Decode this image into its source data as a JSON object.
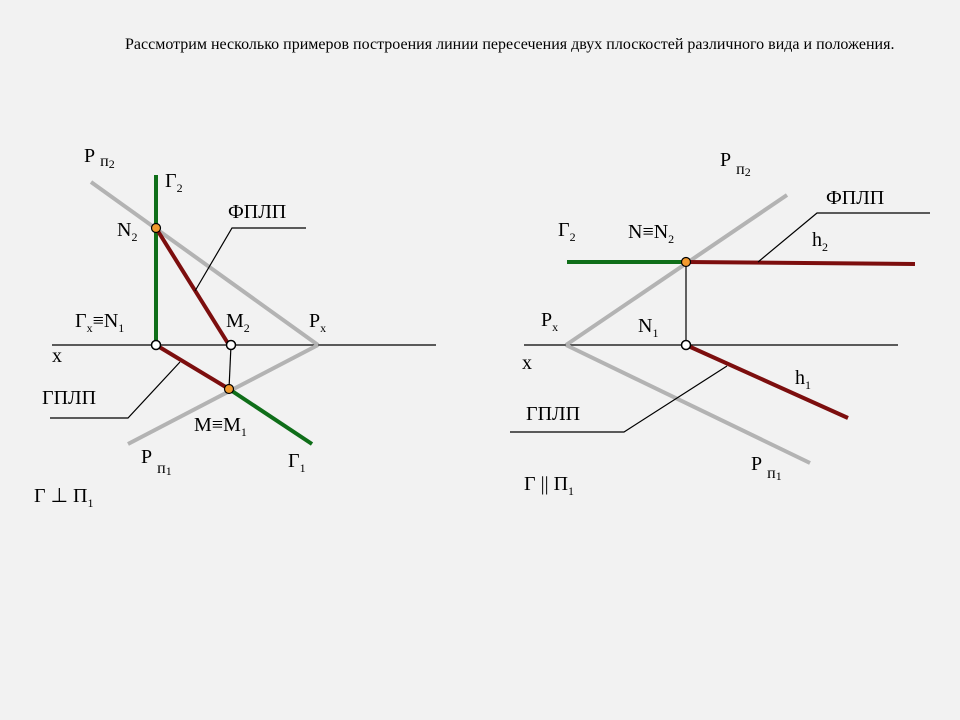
{
  "intro_text": "Рассмотрим несколько примеров построения линии пересечения двух плоскостей различного вида и положения.",
  "colors": {
    "trace_gray": "#b3b3b3",
    "line_dark": "#000000",
    "green": "#0f6e19",
    "maroon": "#7c0e0e",
    "point_fill": "#f29a2e"
  },
  "left_figure": {
    "p_pi2": {
      "main": "Р",
      "pi": "п",
      "sub": "2"
    },
    "g2": {
      "main": "Г",
      "sub": "2"
    },
    "fplp": "ФПЛП",
    "n2": {
      "main": "N",
      "sub": "2"
    },
    "gx_n1": {
      "main": "Г",
      "sub_x": "x",
      "eq": "≡N",
      "sub": "1"
    },
    "m2": {
      "main": "M",
      "sub": "2"
    },
    "px": {
      "main": "P",
      "sub": "x"
    },
    "x": "x",
    "gplp": "ГПЛП",
    "m_m1": {
      "main": "M≡M",
      "sub": "1"
    },
    "p_pi1": {
      "main": "Р",
      "pi": "п",
      "sub": "1"
    },
    "g1": {
      "main": "Г",
      "sub": "1"
    },
    "relation": {
      "main": "Г ⊥ П",
      "sub": "1"
    }
  },
  "right_figure": {
    "p_pi2": {
      "main": "Р",
      "pi": "п",
      "sub": "2"
    },
    "fplp": "ФПЛП",
    "g2": {
      "main": "Г",
      "sub": "2"
    },
    "n_n2": {
      "main": "N≡N",
      "sub": "2"
    },
    "h2": {
      "main": "h",
      "sub": "2"
    },
    "px": {
      "main": "P",
      "sub": "x"
    },
    "n1": {
      "main": "N",
      "sub": "1"
    },
    "x": "x",
    "h1": {
      "main": "h",
      "sub": "1"
    },
    "gplp": "ГПЛП",
    "p_pi1": {
      "main": "Р",
      "pi": "п",
      "sub": "1"
    },
    "relation": {
      "main": "Г || П",
      "sub": "1"
    }
  }
}
